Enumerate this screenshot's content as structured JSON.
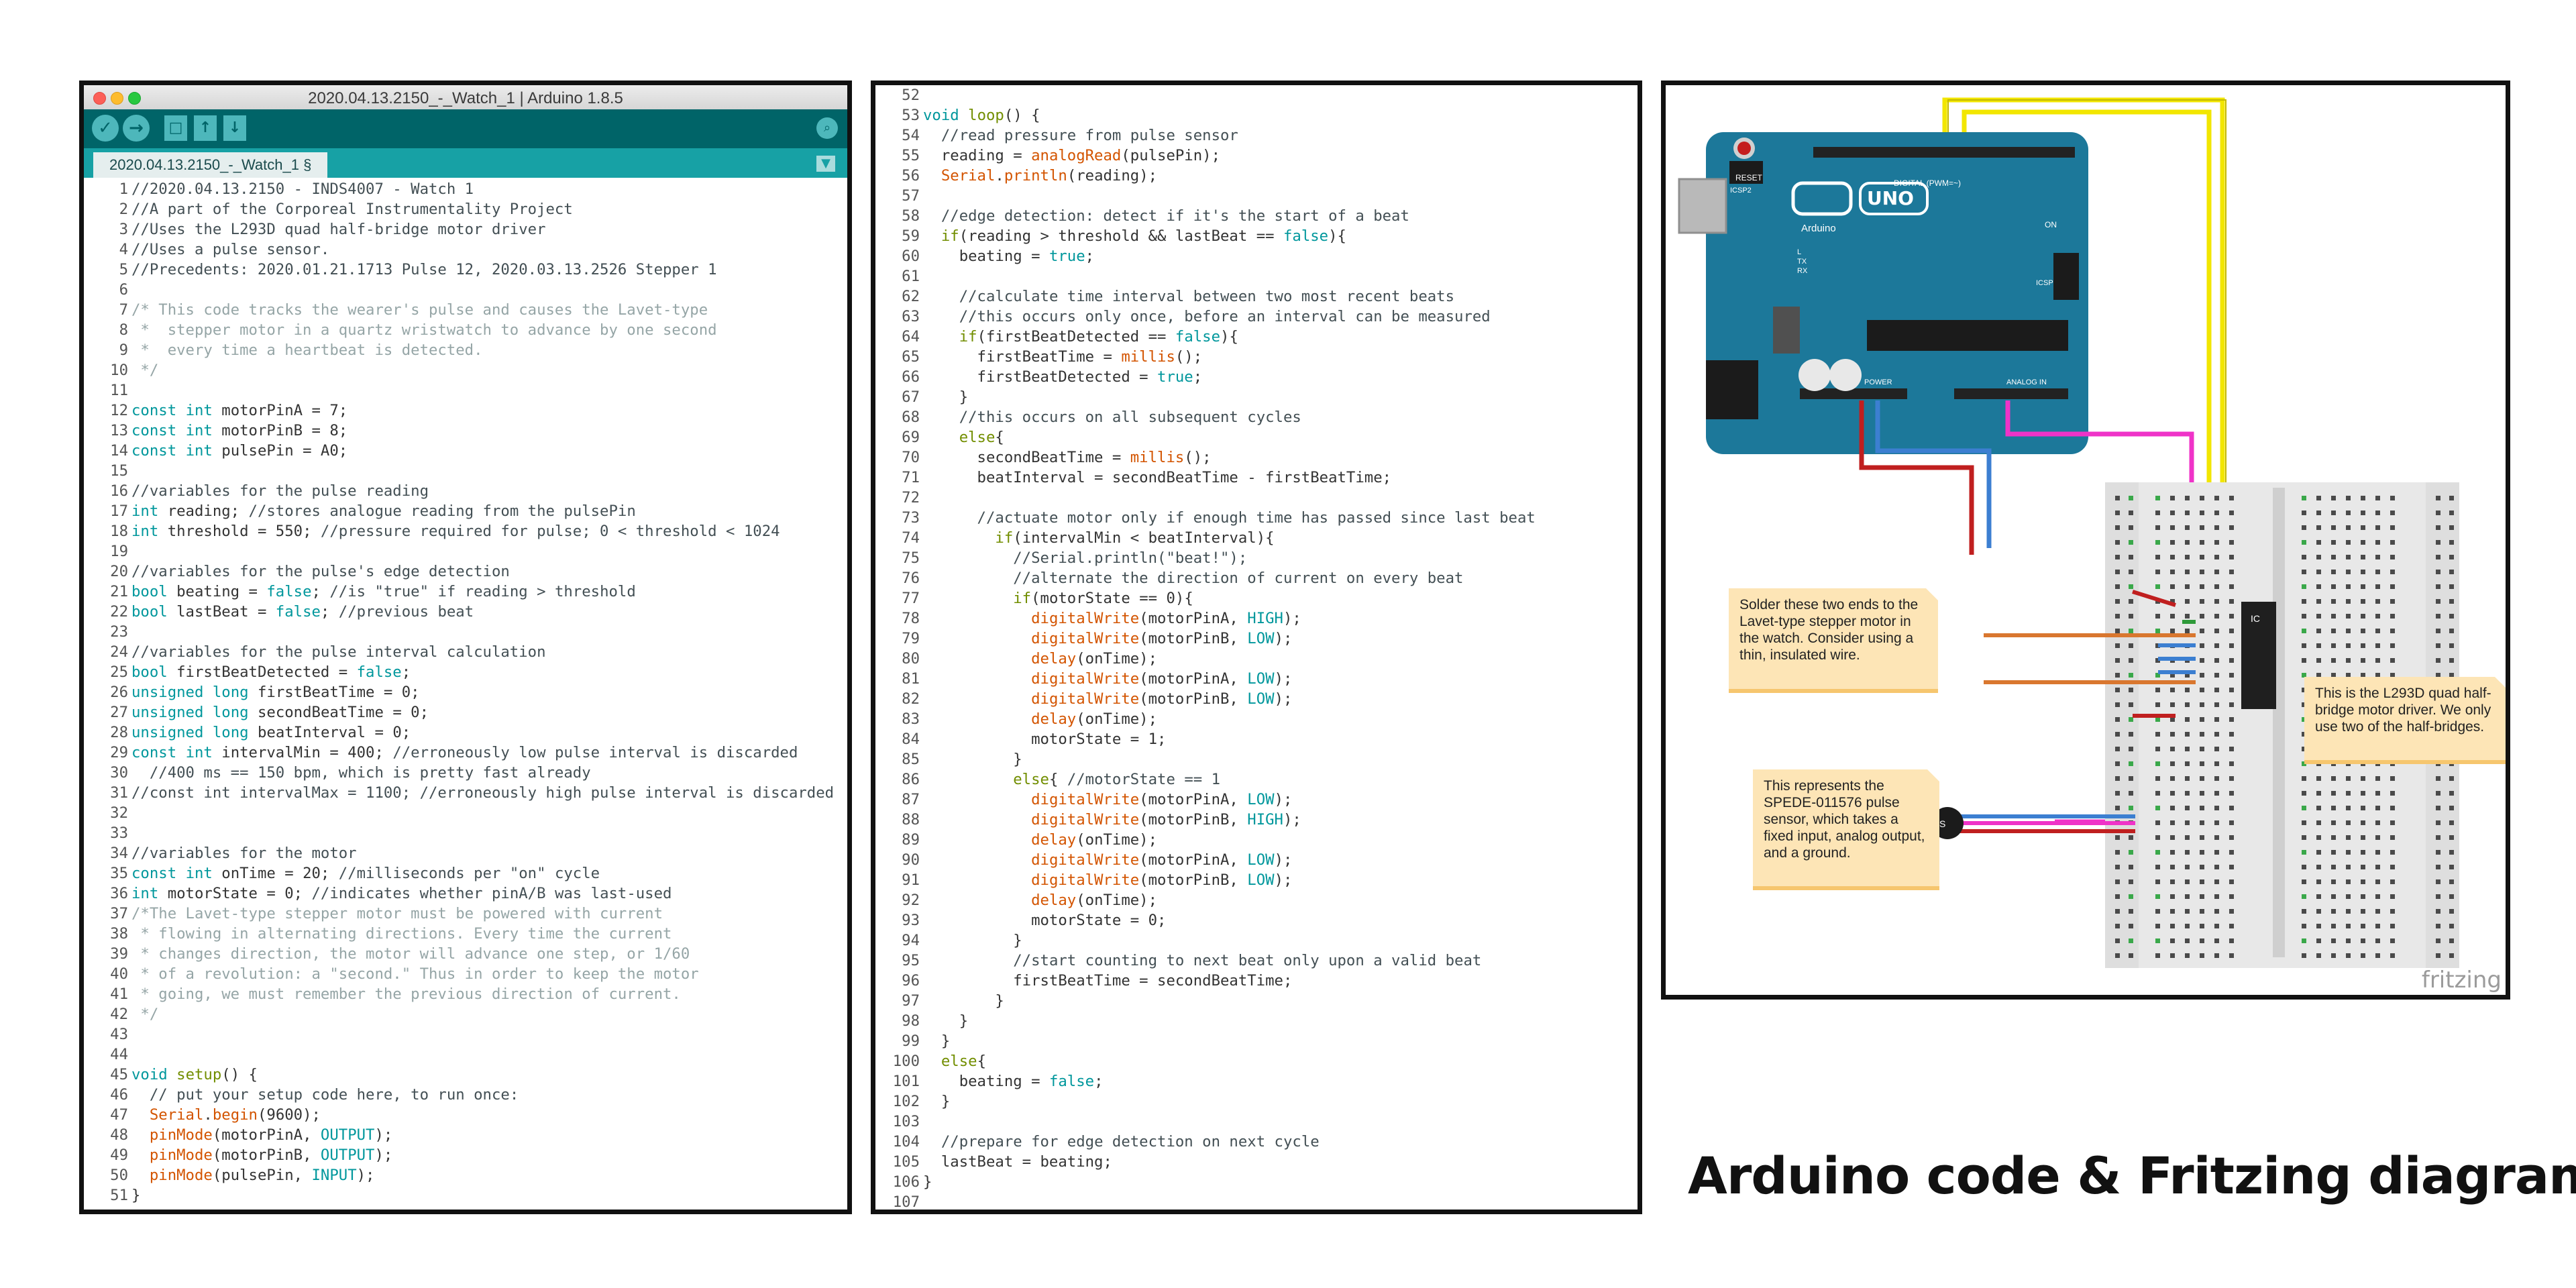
{
  "window": {
    "title": "2020.04.13.2150_-_Watch_1 | Arduino 1.8.5"
  },
  "toolbar": {
    "verify_icon": "✓",
    "upload_icon": "→",
    "new_icon": "□",
    "open_icon": "↑",
    "save_icon": "↓",
    "serial_icon": "⌕"
  },
  "tab": {
    "label": "2020.04.13.2150_-_Watch_1 §",
    "menu_icon": "▼"
  },
  "code_left": [
    {
      "n": "1",
      "t": "//2020.04.13.2150 - INDS4007 - Watch 1"
    },
    {
      "n": "2",
      "t": "//A part of the Corporeal Instrumentality Project"
    },
    {
      "n": "3",
      "t": "//Uses the L293D quad half-bridge motor driver"
    },
    {
      "n": "4",
      "t": "//Uses a pulse sensor."
    },
    {
      "n": "5",
      "t": "//Precedents: 2020.01.21.1713 Pulse 12, 2020.03.13.2526 Stepper 1"
    },
    {
      "n": "6",
      "t": ""
    },
    {
      "n": "7",
      "t": "/* This code tracks the wearer's pulse and causes the Lavet-type"
    },
    {
      "n": "8",
      "t": " *  stepper motor in a quartz wristwatch to advance by one second"
    },
    {
      "n": "9",
      "t": " *  every time a heartbeat is detected."
    },
    {
      "n": "10",
      "t": " */"
    },
    {
      "n": "11",
      "t": ""
    },
    {
      "n": "12",
      "t": "const int motorPinA = 7;"
    },
    {
      "n": "13",
      "t": "const int motorPinB = 8;"
    },
    {
      "n": "14",
      "t": "const int pulsePin = A0;"
    },
    {
      "n": "15",
      "t": ""
    },
    {
      "n": "16",
      "t": "//variables for the pulse reading"
    },
    {
      "n": "17",
      "t": "int reading; //stores analogue reading from the pulsePin"
    },
    {
      "n": "18",
      "t": "int threshold = 550; //pressure required for pulse; 0 < threshold < 1024"
    },
    {
      "n": "19",
      "t": ""
    },
    {
      "n": "20",
      "t": "//variables for the pulse's edge detection"
    },
    {
      "n": "21",
      "t": "bool beating = false; //is \"true\" if reading > threshold"
    },
    {
      "n": "22",
      "t": "bool lastBeat = false; //previous beat"
    },
    {
      "n": "23",
      "t": ""
    },
    {
      "n": "24",
      "t": "//variables for the pulse interval calculation"
    },
    {
      "n": "25",
      "t": "bool firstBeatDetected = false;"
    },
    {
      "n": "26",
      "t": "unsigned long firstBeatTime = 0;"
    },
    {
      "n": "27",
      "t": "unsigned long secondBeatTime = 0;"
    },
    {
      "n": "28",
      "t": "unsigned long beatInterval = 0;"
    },
    {
      "n": "29",
      "t": "const int intervalMin = 400; //erroneously low pulse interval is discarded"
    },
    {
      "n": "30",
      "t": "  //400 ms == 150 bpm, which is pretty fast already"
    },
    {
      "n": "31",
      "t": "//const int intervalMax = 1100; //erroneously high pulse interval is discarded"
    },
    {
      "n": "32",
      "t": ""
    },
    {
      "n": "33",
      "t": ""
    },
    {
      "n": "34",
      "t": "//variables for the motor"
    },
    {
      "n": "35",
      "t": "const int onTime = 20; //milliseconds per \"on\" cycle"
    },
    {
      "n": "36",
      "t": "int motorState = 0; //indicates whether pinA/B was last-used"
    },
    {
      "n": "37",
      "t": "/*The Lavet-type stepper motor must be powered with current"
    },
    {
      "n": "38",
      "t": " * flowing in alternating directions. Every time the current"
    },
    {
      "n": "39",
      "t": " * changes direction, the motor will advance one step, or 1/60"
    },
    {
      "n": "40",
      "t": " * of a revolution: a \"second.\" Thus in order to keep the motor"
    },
    {
      "n": "41",
      "t": " * going, we must remember the previous direction of current."
    },
    {
      "n": "42",
      "t": " */"
    },
    {
      "n": "43",
      "t": ""
    },
    {
      "n": "44",
      "t": ""
    },
    {
      "n": "45",
      "t": "void setup() {"
    },
    {
      "n": "46",
      "t": "  // put your setup code here, to run once:"
    },
    {
      "n": "47",
      "t": "  Serial.begin(9600);"
    },
    {
      "n": "48",
      "t": "  pinMode(motorPinA, OUTPUT);"
    },
    {
      "n": "49",
      "t": "  pinMode(motorPinB, OUTPUT);"
    },
    {
      "n": "50",
      "t": "  pinMode(pulsePin, INPUT);"
    },
    {
      "n": "51",
      "t": "}"
    }
  ],
  "code_right": [
    {
      "n": "52",
      "t": ""
    },
    {
      "n": "53",
      "t": "void loop() {"
    },
    {
      "n": "54",
      "t": "  //read pressure from pulse sensor"
    },
    {
      "n": "55",
      "t": "  reading = analogRead(pulsePin);"
    },
    {
      "n": "56",
      "t": "  Serial.println(reading);"
    },
    {
      "n": "57",
      "t": ""
    },
    {
      "n": "58",
      "t": "  //edge detection: detect if it's the start of a beat"
    },
    {
      "n": "59",
      "t": "  if(reading > threshold && lastBeat == false){"
    },
    {
      "n": "60",
      "t": "    beating = true;"
    },
    {
      "n": "61",
      "t": ""
    },
    {
      "n": "62",
      "t": "    //calculate time interval between two most recent beats"
    },
    {
      "n": "63",
      "t": "    //this occurs only once, before an interval can be measured"
    },
    {
      "n": "64",
      "t": "    if(firstBeatDetected == false){"
    },
    {
      "n": "65",
      "t": "      firstBeatTime = millis();"
    },
    {
      "n": "66",
      "t": "      firstBeatDetected = true;"
    },
    {
      "n": "67",
      "t": "    }"
    },
    {
      "n": "68",
      "t": "    //this occurs on all subsequent cycles"
    },
    {
      "n": "69",
      "t": "    else{"
    },
    {
      "n": "70",
      "t": "      secondBeatTime = millis();"
    },
    {
      "n": "71",
      "t": "      beatInterval = secondBeatTime - firstBeatTime;"
    },
    {
      "n": "72",
      "t": ""
    },
    {
      "n": "73",
      "t": "      //actuate motor only if enough time has passed since last beat"
    },
    {
      "n": "74",
      "t": "        if(intervalMin < beatInterval){"
    },
    {
      "n": "75",
      "t": "          //Serial.println(\"beat!\");"
    },
    {
      "n": "76",
      "t": "          //alternate the direction of current on every beat"
    },
    {
      "n": "77",
      "t": "          if(motorState == 0){"
    },
    {
      "n": "78",
      "t": "            digitalWrite(motorPinA, HIGH);"
    },
    {
      "n": "79",
      "t": "            digitalWrite(motorPinB, LOW);"
    },
    {
      "n": "80",
      "t": "            delay(onTime);"
    },
    {
      "n": "81",
      "t": "            digitalWrite(motorPinA, LOW);"
    },
    {
      "n": "82",
      "t": "            digitalWrite(motorPinB, LOW);"
    },
    {
      "n": "83",
      "t": "            delay(onTime);"
    },
    {
      "n": "84",
      "t": "            motorState = 1;"
    },
    {
      "n": "85",
      "t": "          }"
    },
    {
      "n": "86",
      "t": "          else{ //motorState == 1"
    },
    {
      "n": "87",
      "t": "            digitalWrite(motorPinA, LOW);"
    },
    {
      "n": "88",
      "t": "            digitalWrite(motorPinB, HIGH);"
    },
    {
      "n": "89",
      "t": "            delay(onTime);"
    },
    {
      "n": "90",
      "t": "            digitalWrite(motorPinA, LOW);"
    },
    {
      "n": "91",
      "t": "            digitalWrite(motorPinB, LOW);"
    },
    {
      "n": "92",
      "t": "            delay(onTime);"
    },
    {
      "n": "93",
      "t": "            motorState = 0;"
    },
    {
      "n": "94",
      "t": "          }"
    },
    {
      "n": "95",
      "t": "          //start counting to next beat only upon a valid beat"
    },
    {
      "n": "96",
      "t": "          firstBeatTime = secondBeatTime;"
    },
    {
      "n": "97",
      "t": "        }"
    },
    {
      "n": "98",
      "t": "    }"
    },
    {
      "n": "99",
      "t": "  }"
    },
    {
      "n": "100",
      "t": "  else{"
    },
    {
      "n": "101",
      "t": "    beating = false;"
    },
    {
      "n": "102",
      "t": "  }"
    },
    {
      "n": "103",
      "t": ""
    },
    {
      "n": "104",
      "t": "  //prepare for edge detection on next cycle"
    },
    {
      "n": "105",
      "t": "  lastBeat = beating;"
    },
    {
      "n": "106",
      "t": "}"
    },
    {
      "n": "107",
      "t": ""
    }
  ],
  "diagram": {
    "board_logo": "UNO",
    "board_brand": "Arduino",
    "board_labels": {
      "reset": "RESET",
      "digital": "DIGITAL (PWM=~)",
      "power": "POWER",
      "analog": "ANALOG IN",
      "on": "ON",
      "l": "L",
      "tx": "TX",
      "rx": "RX",
      "icsp": "ICSP",
      "icsp2": "ICSP2"
    },
    "chip_label": "IC",
    "sensor_label": "S",
    "notes": {
      "solder": "Solder these two ends to the Lavet-type stepper motor in the watch. Consider using a thin, insulated wire.",
      "driver": "This is the L293D quad half-bridge motor driver. We only use two of the half-bridges.",
      "sensor": "This represents the SPEDE-011576 pulse sensor, which takes a fixed input, analog output, and a ground."
    },
    "brand": "fritzing",
    "colors": {
      "yellow": "#f2e600",
      "pink": "#ef33c8",
      "blue": "#3c7fd1",
      "red": "#c01f1f",
      "orange": "#d9772f",
      "board": "#1c789a"
    }
  },
  "caption": "Arduino code & Fritzing diagram"
}
